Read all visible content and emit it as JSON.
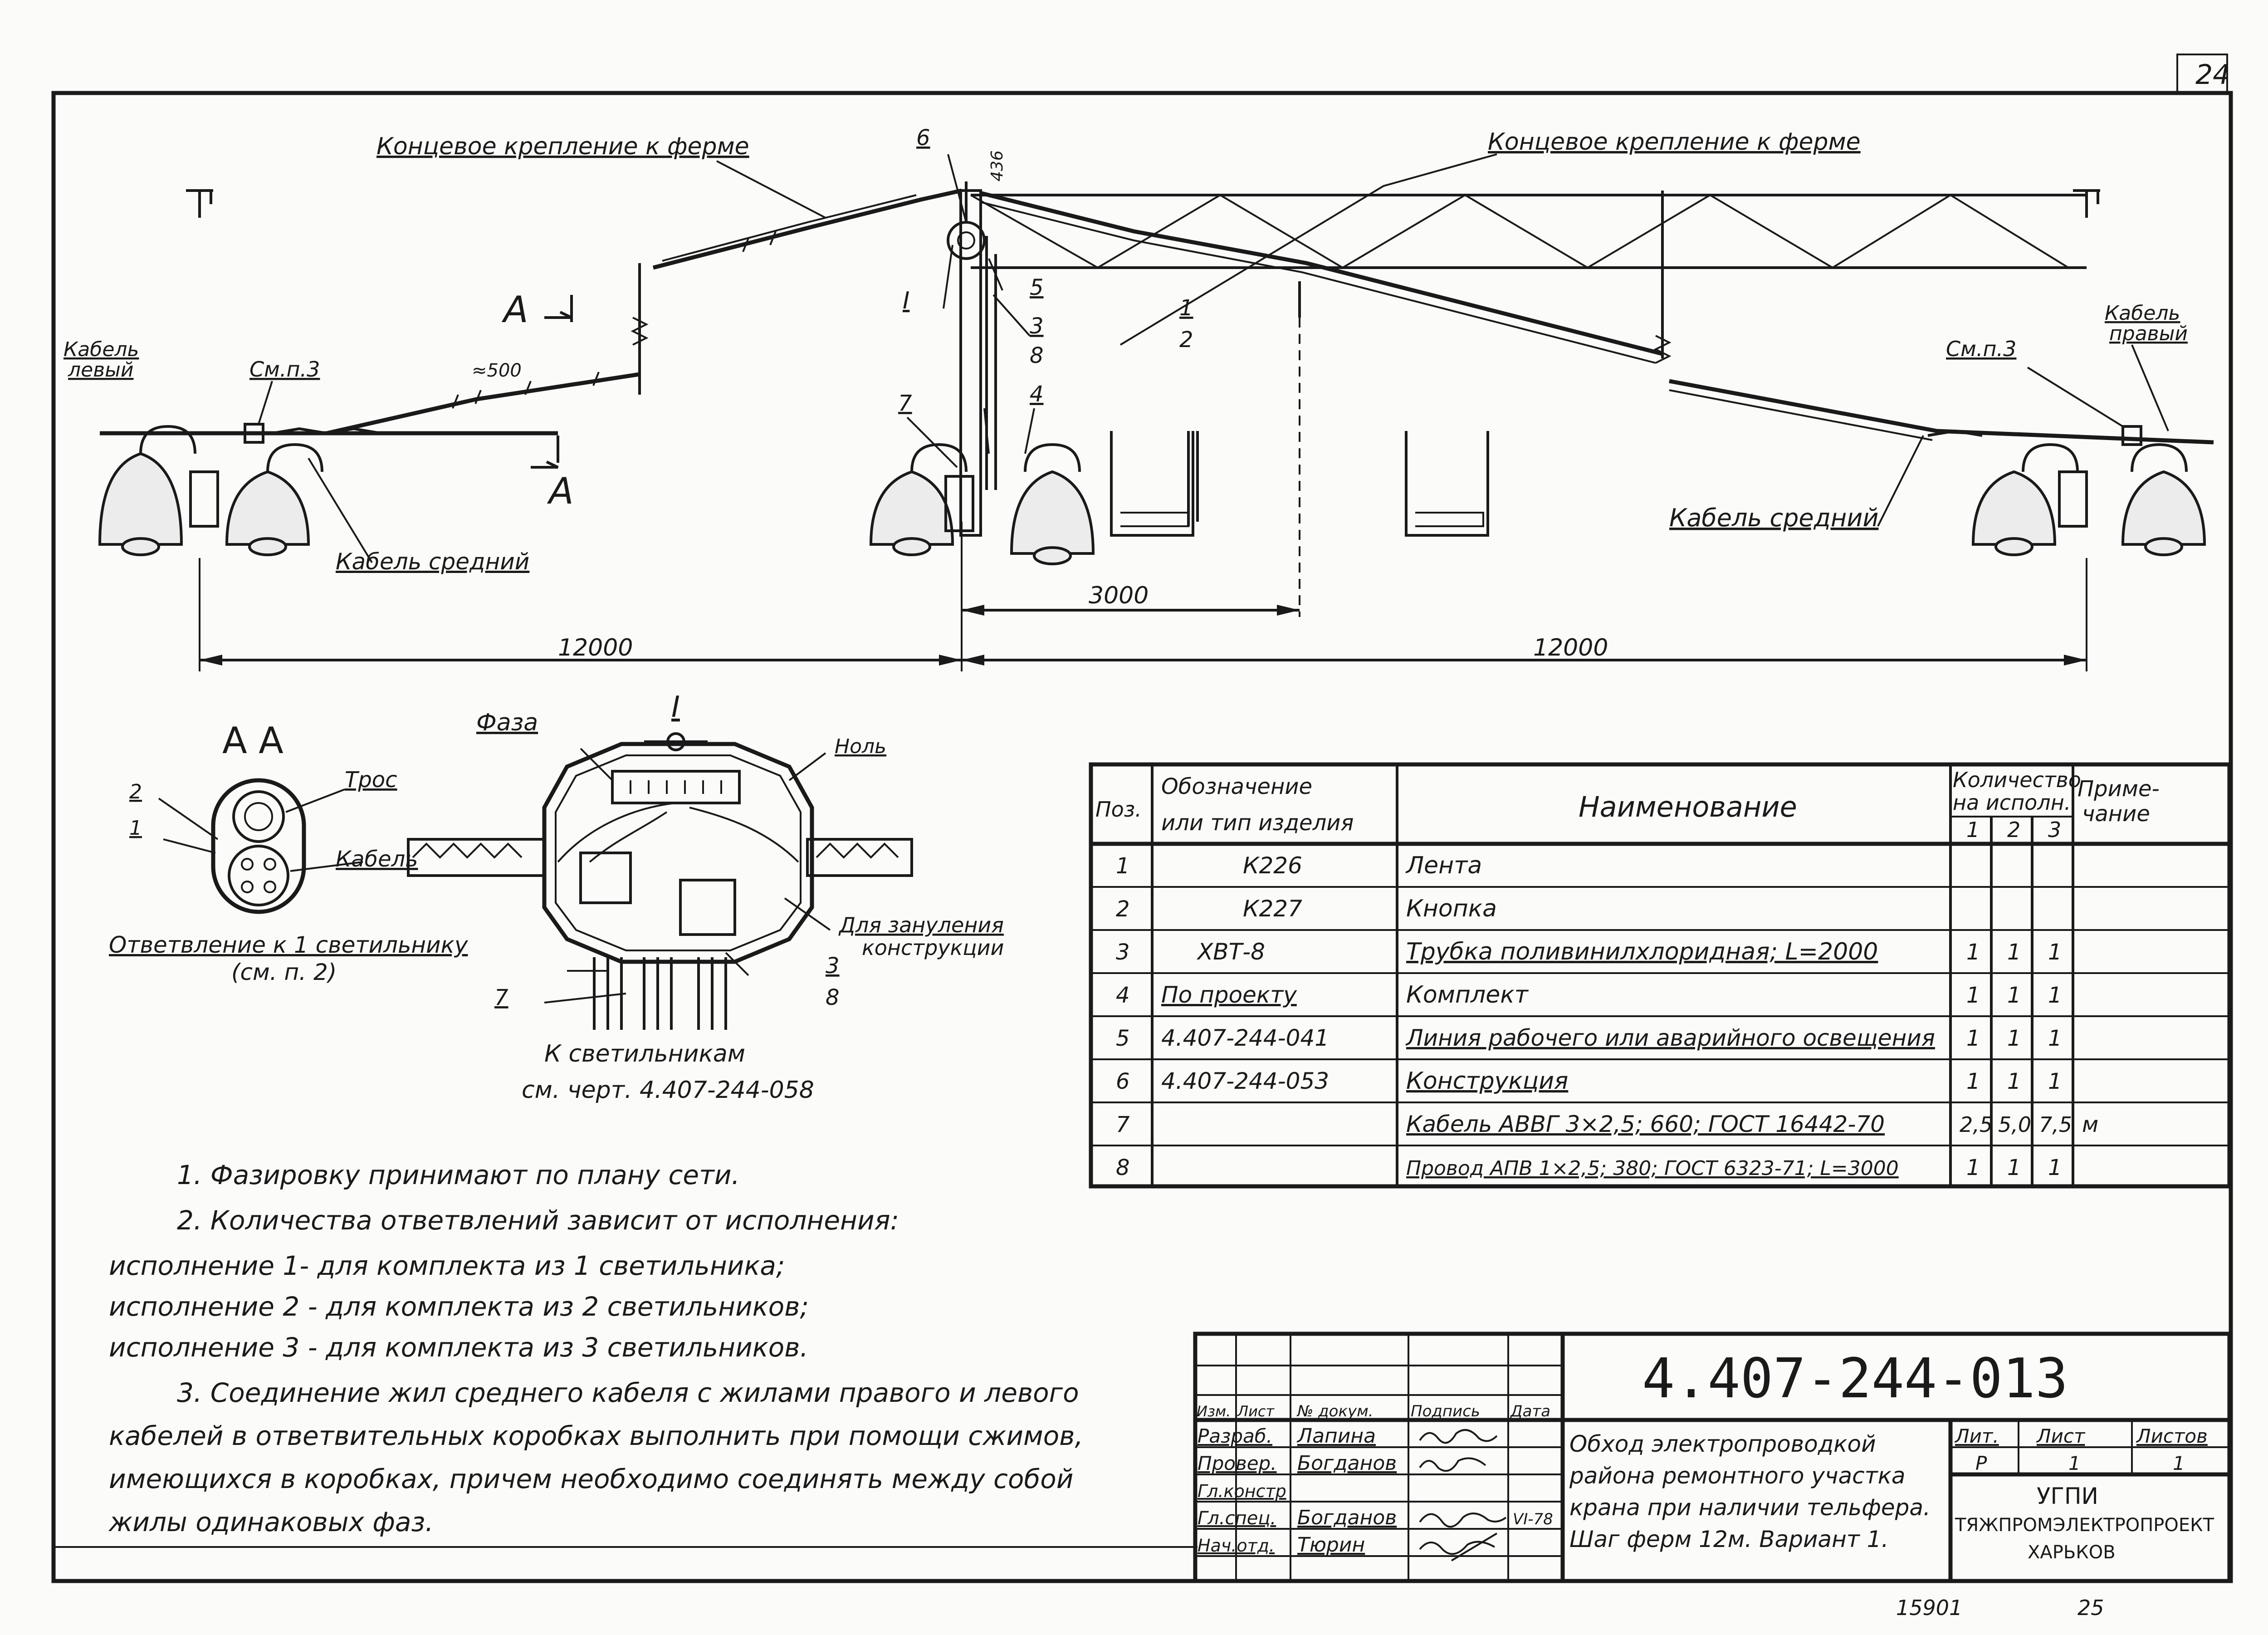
{
  "sheet_corner_mark": "24",
  "elevation": {
    "label_end_mount_left": "Концевое крепление к ферме",
    "label_end_mount_right": "Концевое крепление к ферме",
    "label_cable_left": "Кабель левый",
    "label_cable_left_l1": "Кабель",
    "label_cable_left_l2": "левый",
    "label_cable_right_l1": "Кабель",
    "label_cable_right_l2": "правый",
    "label_cable_middle_left": "Кабель средний",
    "label_cable_middle_right": "Кабель средний",
    "label_see_p3_left": "См.п.3",
    "label_see_p3_right": "См.п.3",
    "label_spacing": "≈500",
    "label_section_a1": "А",
    "label_section_a2": "А",
    "label_node_I": "I",
    "label_pos_6": "6",
    "label_dim_436": "436",
    "label_pos_5": "5",
    "label_pos_3": "3",
    "label_pos_8": "8",
    "label_pos_7": "7",
    "label_pos_4": "4",
    "label_pos_1": "1",
    "label_pos_2": "2",
    "dim_3000": "3000",
    "dim_12000_left": "12000",
    "dim_12000_right": "12000"
  },
  "section_aa": {
    "title": "А А",
    "label_tros": "Трос",
    "label_kabel": "Кабель",
    "label_2": "2",
    "label_1": "1",
    "branch_l1": "Ответвление к 1 светильнику",
    "branch_l2": "(см. п. 2)"
  },
  "node_detail": {
    "title": "I",
    "label_faza": "Фаза",
    "label_nol": "Ноль",
    "label_zanul_l1": "Для зануления",
    "label_zanul_l2": "конструкции",
    "label_7": "7",
    "label_3": "3",
    "label_8": "8",
    "caption_l1": "К светильникам",
    "caption_l2": "см. черт. 4.407-244-058"
  },
  "notes": [
    "1. Фазировку принимают по плану сети.",
    "2. Количества ответвлений зависит от исполнения:",
    "исполнение 1- для комплекта из 1 светильника;",
    "исполнение 2 - для комплекта из 2 светильников;",
    "исполнение 3 - для комплекта из 3 светильников.",
    "3. Соединение жил среднего кабеля с жилами правого и левого",
    "кабелей в ответвительных коробках выполнить при помощи сжимов,",
    "имеющихся в коробках, причем необходимо соединять между собой",
    "жилы одинаковых фаз."
  ],
  "spec_table": {
    "headers": {
      "pos": "Поз.",
      "designation_l1": "Обозначение",
      "designation_l2": "или тип изделия",
      "name": "Наименование",
      "qty_l1": "Количество",
      "qty_l2": "на исполн.",
      "qty_cols": [
        "1",
        "2",
        "3"
      ],
      "note_l1": "Приме-",
      "note_l2": "чание"
    },
    "rows": [
      {
        "pos": "1",
        "designation": "К226",
        "name": "Лента",
        "q1": "",
        "q2": "",
        "q3": "",
        "note": ""
      },
      {
        "pos": "2",
        "designation": "К227",
        "name": "Кнопка",
        "q1": "",
        "q2": "",
        "q3": "",
        "note": ""
      },
      {
        "pos": "3",
        "designation": "ХВТ-8",
        "name": "Трубка поливинилхлоридная; L=2000",
        "q1": "1",
        "q2": "1",
        "q3": "1",
        "note": ""
      },
      {
        "pos": "4",
        "designation": "По проекту",
        "name": "Комплект",
        "q1": "1",
        "q2": "1",
        "q3": "1",
        "note": ""
      },
      {
        "pos": "5",
        "designation": "4.407-244-041",
        "name": "Линия рабочего или аварийного освещения",
        "q1": "1",
        "q2": "1",
        "q3": "1",
        "note": ""
      },
      {
        "pos": "6",
        "designation": "4.407-244-053",
        "name": "Конструкция",
        "q1": "1",
        "q2": "1",
        "q3": "1",
        "note": ""
      },
      {
        "pos": "7",
        "designation": "",
        "name": "Кабель АВВГ 3×2,5; 660; ГОСТ 16442-70",
        "q1": "2,5",
        "q2": "5,0",
        "q3": "7,5",
        "note": "м"
      },
      {
        "pos": "8",
        "designation": "",
        "name": "Провод АПВ 1×2,5; 380; ГОСТ 6323-71; L=3000",
        "q1": "1",
        "q2": "1",
        "q3": "1",
        "note": ""
      }
    ]
  },
  "title_block": {
    "doc_number": "4.407-244-013",
    "col_izm": "Изм.",
    "col_list": "Лист",
    "col_docnum": "№ докум.",
    "col_sign": "Подпись",
    "col_date": "Дата",
    "role_razrab": "Разраб.",
    "role_prover": "Провер.",
    "role_gl_konstr": "Гл.констр",
    "role_gl_spec": "Гл.спец.",
    "role_nach_otd": "Нач.отд.",
    "name_razrab": "Лапина",
    "name_prover": "Богданов",
    "name_gl_spec": "Богданов",
    "name_nach_otd": "Тюрин",
    "date_gl_spec": "VI-78",
    "title_l1": "Обход электропроводкой",
    "title_l2": "района ремонтного участка",
    "title_l3": "крана при наличии тельфера.",
    "title_l4": "Шаг ферм 12м. Вариант 1.",
    "lit_header": "Лит.",
    "list_header": "Лист",
    "listov_header": "Листов",
    "lit_value": "Р",
    "list_value": "1",
    "listov_value": "1",
    "org_l1": "УГПИ",
    "org_l2": "ТЯЖПРОМЭЛЕКТРОПРОЕКТ",
    "org_l3": "ХАРЬКОВ"
  },
  "footer": {
    "archive_number": "15901",
    "page_number": "25"
  }
}
